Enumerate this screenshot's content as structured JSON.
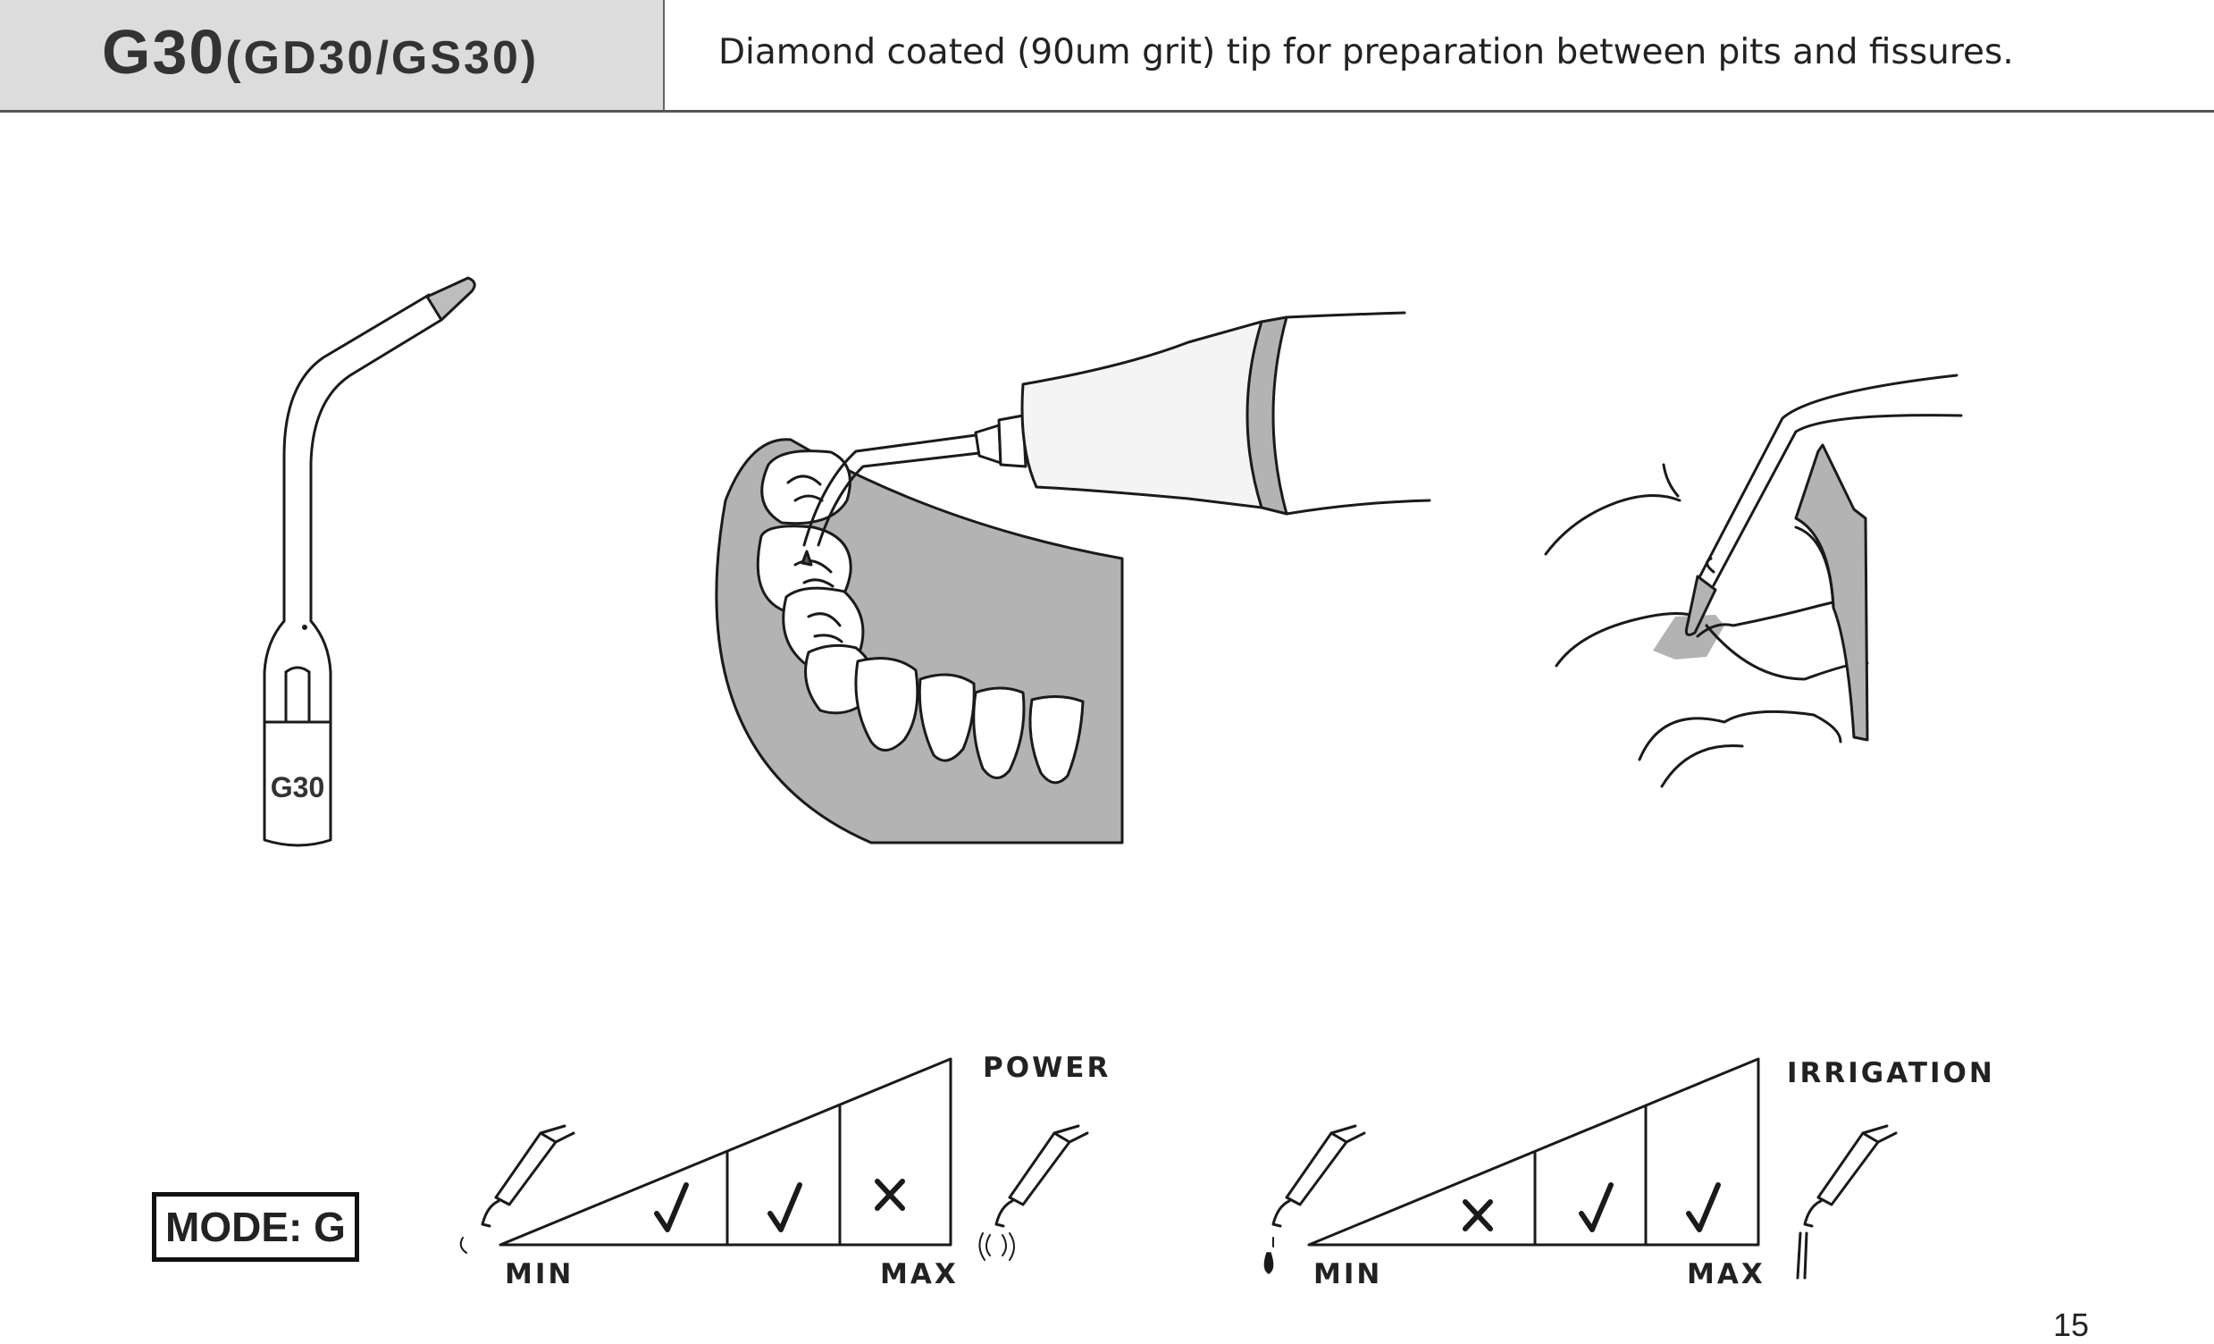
{
  "header": {
    "model": "G30",
    "variants": "(GD30/GS30)",
    "description": "Diamond coated (90um grit) tip for preparation between pits and fissures."
  },
  "tip_label": "G30",
  "mode": "MODE: G",
  "power_scale": {
    "title": "POWER",
    "min_label": "MIN",
    "max_label": "MAX",
    "levels": [
      "check",
      "check",
      "cross"
    ]
  },
  "irrigation_scale": {
    "title": "IRRIGATION",
    "min_label": "MIN",
    "max_label": "MAX",
    "levels": [
      "cross",
      "check",
      "check"
    ]
  },
  "page_number": "15",
  "colors": {
    "header_bg": "#dcdcdc",
    "gum": "#b3b3b3",
    "ink": "#1a1a1a"
  }
}
